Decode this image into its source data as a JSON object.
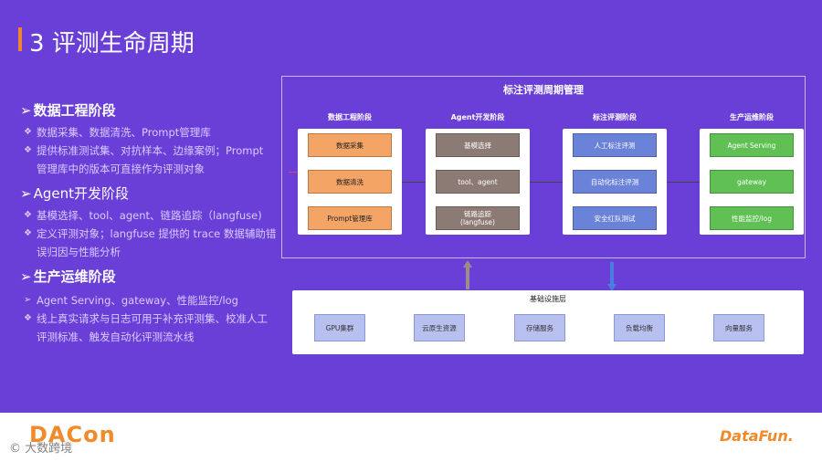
{
  "slide": {
    "title": "3 评测生命周期"
  },
  "left": {
    "sections": [
      {
        "title": "数据工程阶段",
        "items": [
          "数据采集、数据清洗、Prompt管理库",
          "提供标准测试集、对抗样本、边缘案例；Prompt",
          "管理库中的版本可直接作为评测对象"
        ]
      },
      {
        "title": "Agent开发阶段",
        "items": [
          "基模选择、tool、agent、链路追踪（langfuse)",
          "定义评测对象；langfuse 提供的 trace 数据辅助错",
          "误归因与性能分析"
        ]
      },
      {
        "title": "生产运维阶段",
        "items": [
          "Agent Serving、gateway、性能监控/log",
          "线上真实请求与日志可用于补充评测集、校准人工",
          "评测标准、触发自动化评测流水线"
        ]
      }
    ]
  },
  "diagram": {
    "title": "标注评测周期管理",
    "phases": [
      {
        "title": "数据工程阶段",
        "boxes": [
          "数据采集",
          "数据清洗",
          "Prompt管理库"
        ]
      },
      {
        "title": "Agent开发阶段",
        "boxes": [
          "基模选择",
          "tool、agent",
          "链路追踪\n(langfuse)"
        ]
      },
      {
        "title": "标注评测阶段",
        "boxes": [
          "人工标注评测",
          "自动化标注评测",
          "安全红队测试"
        ]
      },
      {
        "title": "生产运维阶段",
        "boxes": [
          "Agent Serving",
          "gateway",
          "性能监控/log"
        ]
      }
    ]
  },
  "infra": {
    "title": "基础设施层",
    "boxes": [
      "GPU集群",
      "云原生资源",
      "存储服务",
      "负载均衡",
      "向量服务"
    ]
  },
  "footer": {
    "logo_left": "DACon",
    "watermark": "© 大数跨境",
    "logo_right": "DataFun."
  },
  "colors": {
    "background": "#6a3fd8",
    "accent": "#f0852d",
    "orange_box": "#f4a465",
    "gray_box": "#8c7b74",
    "blue_box": "#6a82d8",
    "green_box": "#60c054"
  }
}
